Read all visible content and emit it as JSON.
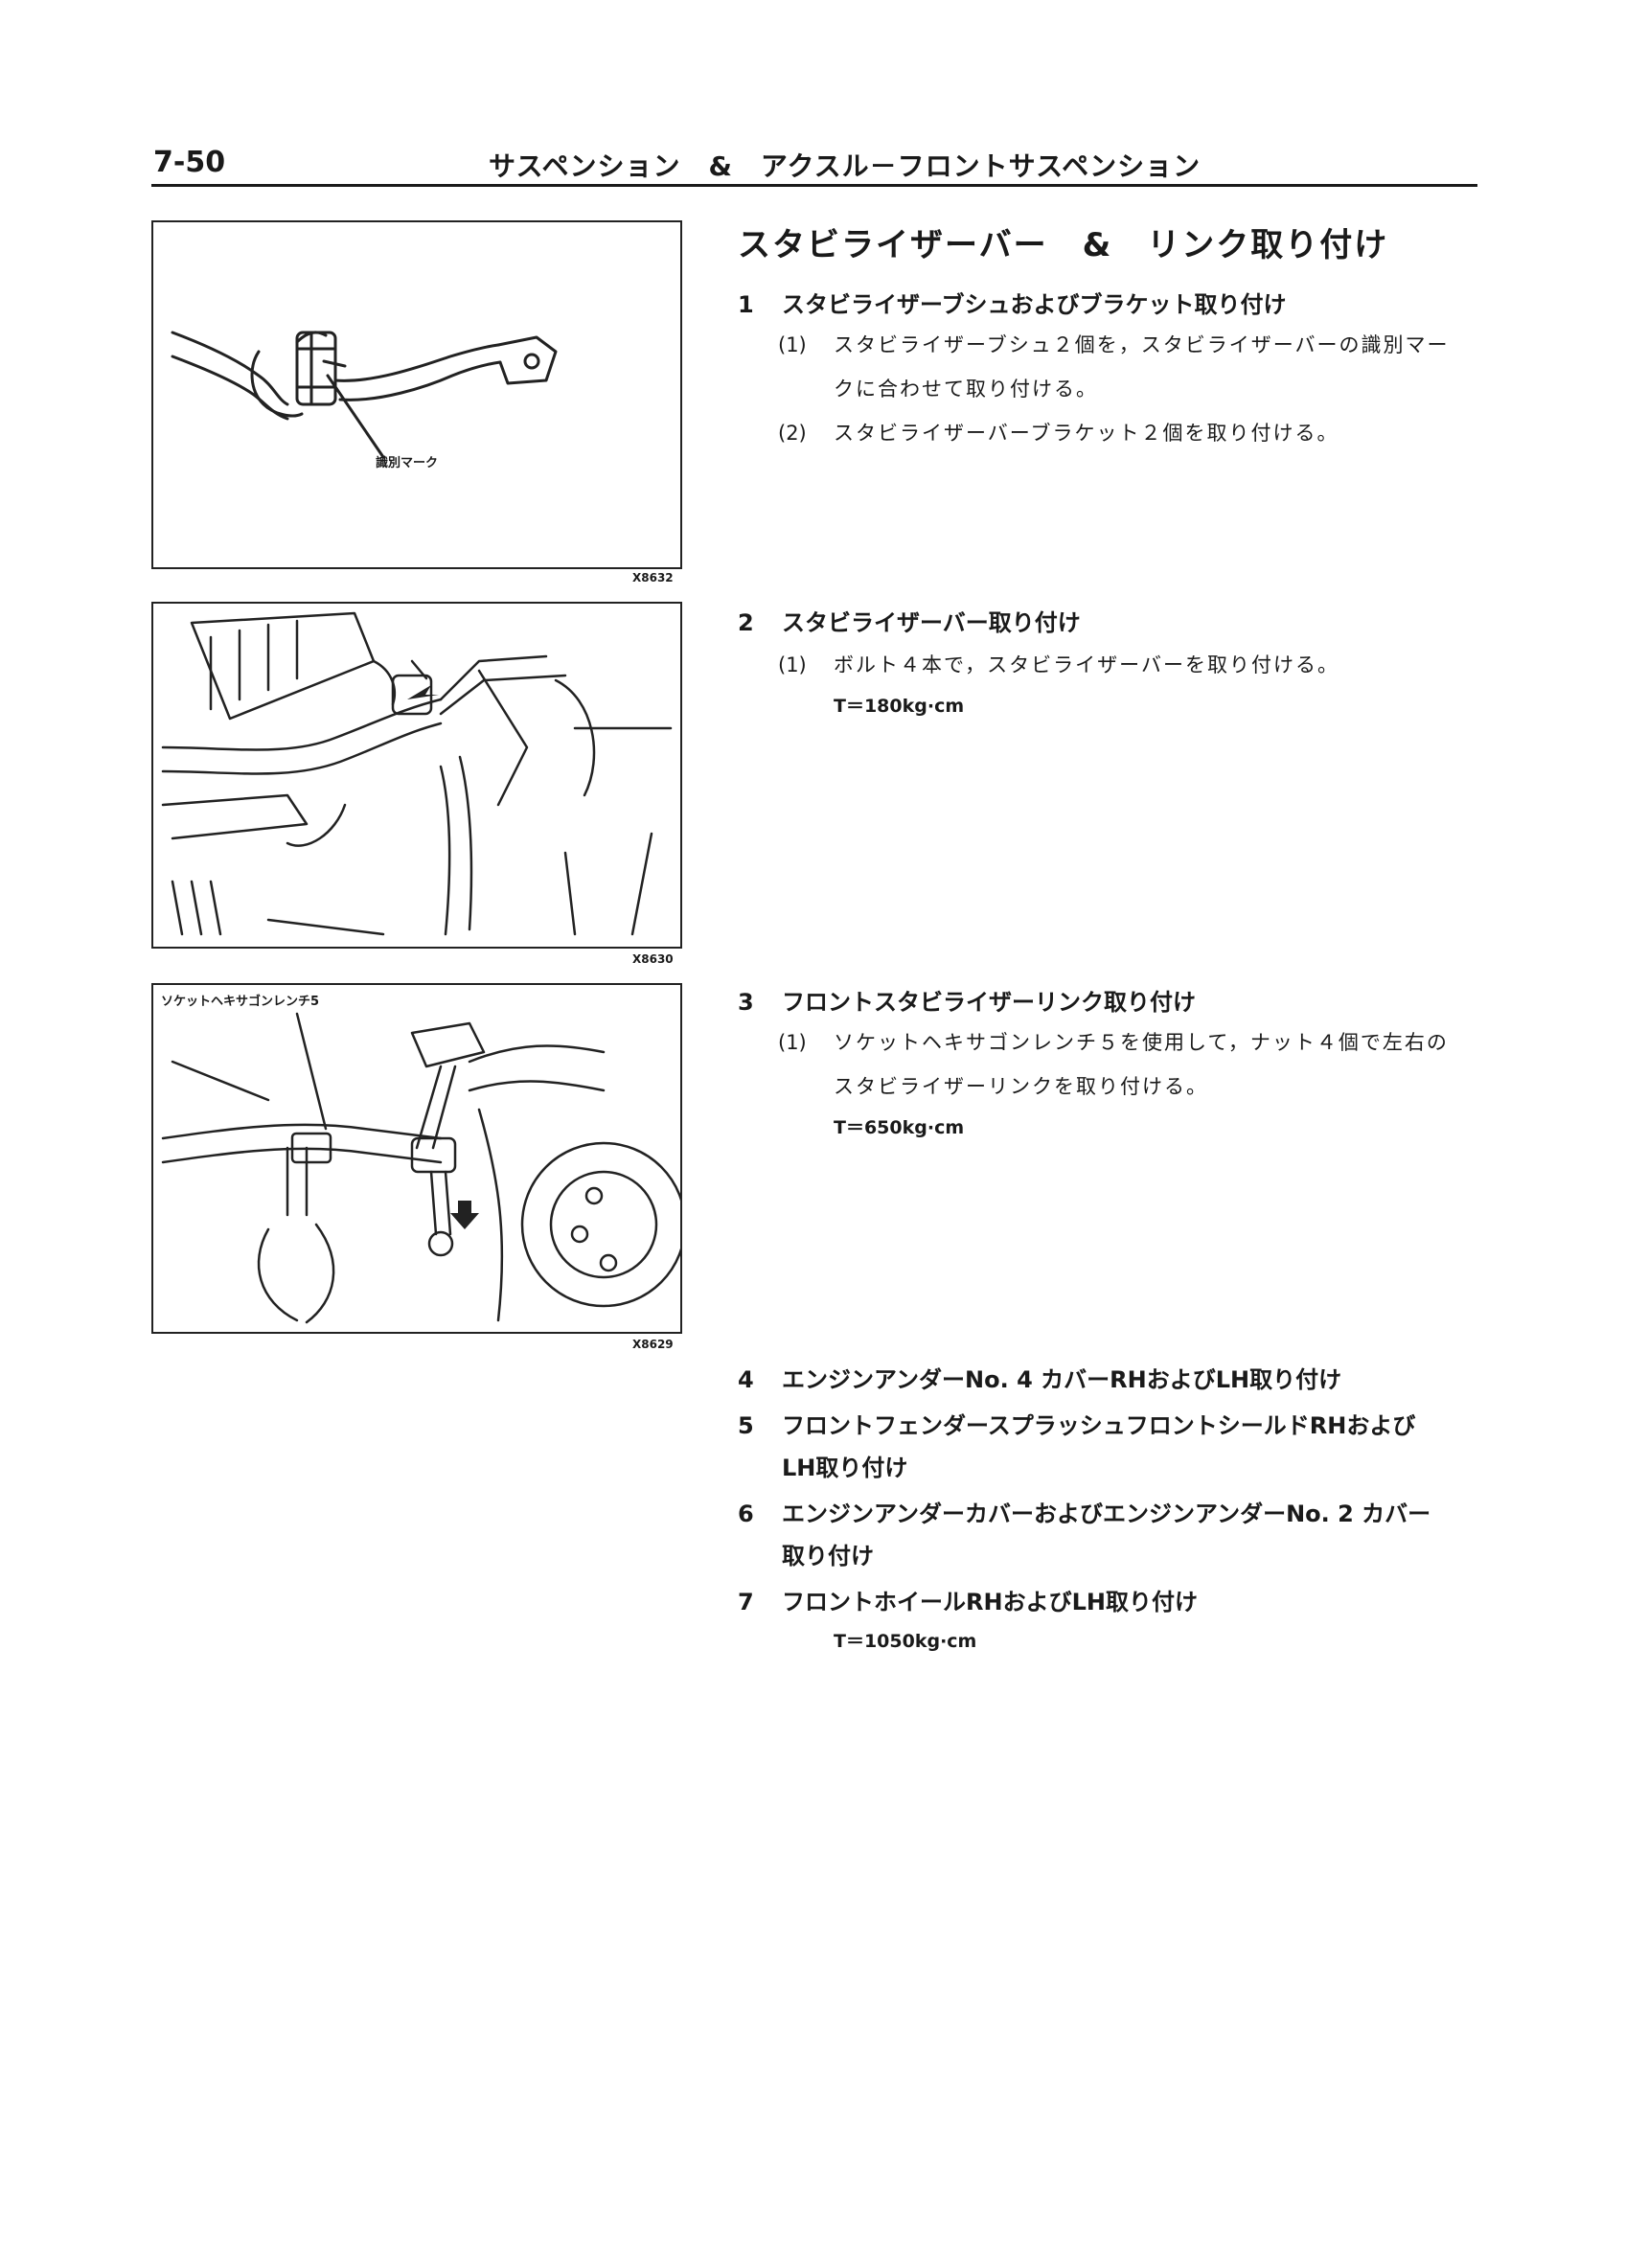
{
  "header": {
    "page_number": "7-50",
    "running_head": "サスペンション　&　アクスル－フロントサスペンション"
  },
  "figures": [
    {
      "code": "X8632",
      "label": "識別マーク"
    },
    {
      "code": "X8630"
    },
    {
      "code": "X8629",
      "label": "ソケットヘキサゴンレンチ5"
    }
  ],
  "section_title": "スタビライザーバー　&　リンク取り付け",
  "steps": [
    {
      "number": "1",
      "title": "スタビライザーブシュおよびブラケット取り付け",
      "subs": [
        {
          "number": "(1)",
          "text": "スタビライザーブシュ２個を，スタビライザーバーの識別マー",
          "text_cont": "クに合わせて取り付ける。"
        },
        {
          "number": "(2)",
          "text": "スタビライザーバーブラケット２個を取り付ける。"
        }
      ]
    },
    {
      "number": "2",
      "title": "スタビライザーバー取り付け",
      "subs": [
        {
          "number": "(1)",
          "text": "ボルト４本で，スタビライザーバーを取り付ける。",
          "spec": "T＝180kg·cm"
        }
      ]
    },
    {
      "number": "3",
      "title": "フロントスタビライザーリンク取り付け",
      "subs": [
        {
          "number": "(1)",
          "text": "ソケットヘキサゴンレンチ５を使用して，ナット４個で左右の",
          "text_cont": "スタビライザーリンクを取り付ける。",
          "spec": "T＝650kg·cm"
        }
      ]
    },
    {
      "number": "4",
      "title": "エンジンアンダーNo. 4 カバーRHおよびLH取り付け"
    },
    {
      "number": "5",
      "title": "フロントフェンダースプラッシュフロントシールドRHおよび",
      "title_cont": "LH取り付け"
    },
    {
      "number": "6",
      "title": "エンジンアンダーカバーおよびエンジンアンダーNo. 2 カバー",
      "title_cont": "取り付け"
    },
    {
      "number": "7",
      "title": "フロントホイールRHおよびLH取り付け",
      "spec": "T＝1050kg·cm"
    }
  ]
}
